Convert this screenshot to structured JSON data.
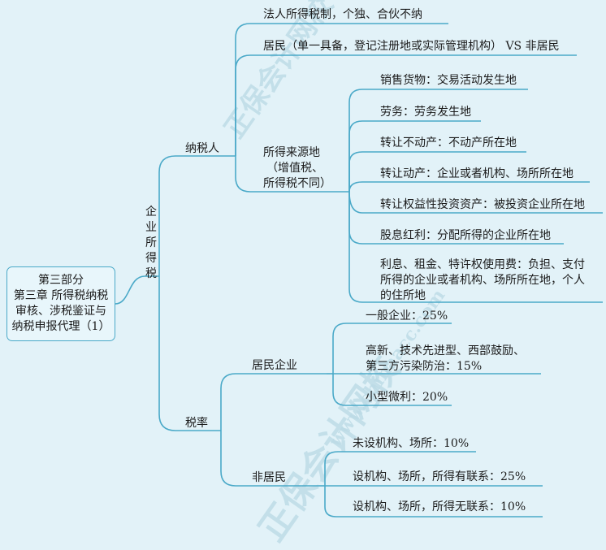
{
  "root": {
    "lines": [
      "第三部分",
      "第三章 所得税纳税",
      "审核、涉税鉴证与",
      "纳税申报代理（1）"
    ]
  },
  "level1": {
    "chars": [
      "企",
      "业",
      "所",
      "得",
      "税"
    ]
  },
  "taxpayer": {
    "label": "纳税人",
    "items": [
      "法人所得税制，个独、合伙不纳",
      "居民（单一具备，登记注册地或实际管理机构） VS 非居民"
    ],
    "source": {
      "lines": [
        "所得来源地",
        "（增值税、",
        "所得税不同）"
      ],
      "items": [
        "销售货物：交易活动发生地",
        "劳务：劳务发生地",
        "转让不动产：不动产所在地",
        "转让动产：企业或者机构、场所所在地",
        "转让权益性投资资产：被投资企业所在地",
        "股息红利：分配所得的企业所在地"
      ],
      "last": [
        "利息、租金、特许权使用费：负担、支付",
        "所得的企业或者机构、场所所在地，个人",
        "的住所地"
      ]
    }
  },
  "rate": {
    "label": "税率",
    "resident": {
      "label": "居民企业",
      "general": "一般企业：25%",
      "hightech": [
        "高新、技术先进型、西部鼓励、",
        "第三方污染防治：15%"
      ],
      "small": "小型微利：20%"
    },
    "nonresident": {
      "label": "非居民",
      "items": [
        "未设机构、场所：10%",
        "设机构、场所，所得有联系：25%",
        "设机构、场所，所得无联系：10%"
      ]
    }
  },
  "watermark": {
    "text1": "正保会计网校",
    "text2": "www.chinaacc.com"
  },
  "colors": {
    "line": "#4aa9c8",
    "bg": "#e2f2f8"
  }
}
